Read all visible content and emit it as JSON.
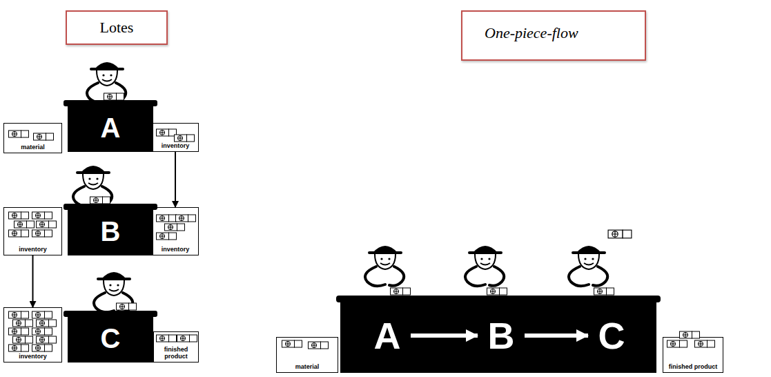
{
  "diagram": {
    "nodes": [
      {
        "text": [
          "Lotes"
        ]
      },
      {
        "text": [
          "One-piece-flow"
        ]
      },
      {
        "text": [
          "material"
        ]
      },
      {
        "text": [
          "A"
        ]
      },
      {
        "text": [
          "inventory"
        ]
      },
      {
        "text": [
          "inventory"
        ]
      },
      {
        "text": [
          "B"
        ]
      },
      {
        "text": [
          "inventory"
        ]
      },
      {
        "text": [
          "inventory"
        ]
      },
      {
        "text": [
          "C"
        ]
      },
      {
        "text": [
          "finished product"
        ]
      },
      {
        "text": [
          "material"
        ]
      },
      {
        "text": []
      },
      {
        "text": [
          "A"
        ],
        "in": 12
      },
      {
        "text": [
          "B"
        ],
        "in": 12
      },
      {
        "text": [
          "C"
        ],
        "in": 12
      },
      {
        "text": [
          "finished product"
        ]
      }
    ],
    "edges": [
      {
        "from": 4,
        "to": 7,
        "arrow": "to"
      },
      {
        "from": 5,
        "to": 8,
        "arrow": "to"
      },
      {
        "from": 13,
        "to": 14,
        "arrow": "to"
      },
      {
        "from": 14,
        "to": 15,
        "arrow": "to"
      }
    ]
  }
}
